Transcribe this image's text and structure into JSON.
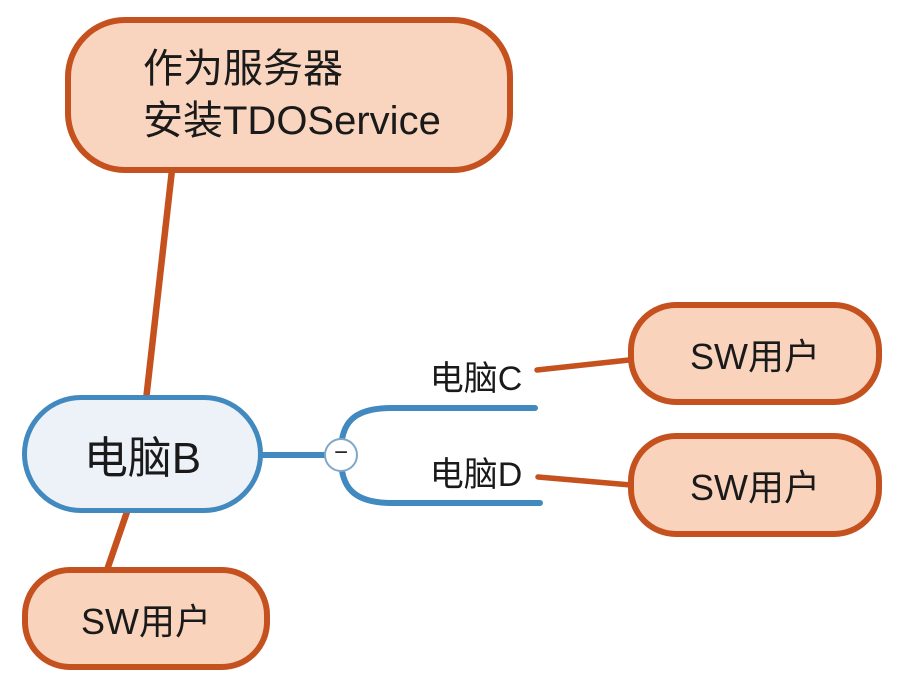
{
  "colors": {
    "background": "#FFFFFF",
    "orange_border": "#C4511E",
    "orange_fill": "#F9D3BC",
    "blue_border": "#4189BF",
    "blue_fill": "#EDF2F8",
    "collapse_circle_border": "#7FA7CB",
    "text": "#1A1A1A"
  },
  "mindmap": {
    "root": {
      "label": "电脑B"
    },
    "root_callout": {
      "line1": "作为服务器",
      "line2": "安装TDOService"
    },
    "root_attachment": {
      "label": "SW用户"
    },
    "children": [
      {
        "label": "电脑C",
        "attachment": "SW用户"
      },
      {
        "label": "电脑D",
        "attachment": "SW用户"
      }
    ],
    "collapse_button": {
      "symbol": "−"
    }
  }
}
